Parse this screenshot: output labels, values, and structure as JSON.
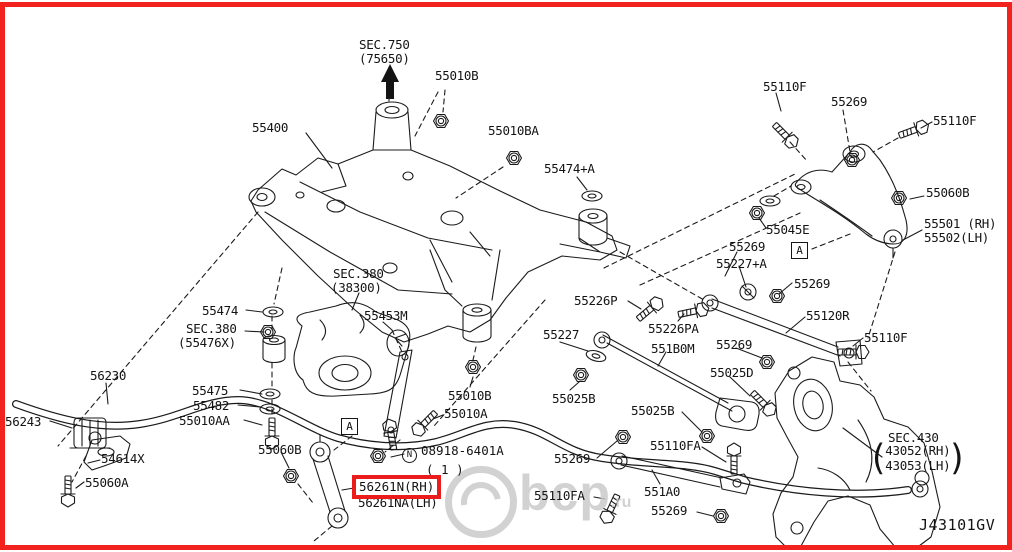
{
  "diagram": {
    "drawing_code": "J43101GV",
    "callout_letter": "A",
    "highlighted_part": "56261N(RH)",
    "highlight_color": "#ea1c1c",
    "frame_color": "#f2231e",
    "fastener_note": {
      "symbol": "N",
      "part": "08918-6401A",
      "qty": "( 1 )"
    },
    "sec430": {
      "open": "(",
      "close": ")"
    },
    "watermark": {
      "main": "bcp",
      "suffix": ".ru"
    },
    "labels": {
      "sec750_title": "SEC.750",
      "sec750_ref": "(75650)",
      "p55010b_top": "55010B",
      "p55400": "55400",
      "p55010ba": "55010BA",
      "p55474a": "55474+A",
      "p55110f_1": "55110F",
      "p55269_tr": "55269",
      "p55110f_2": "55110F",
      "p55060b_tr": "55060B",
      "p55501": "55501 (RH)",
      "p55502": "55502(LH)",
      "p55045e": "55045E",
      "p55269_a": "55269",
      "p55227a": "55227+A",
      "p55269_b": "55269",
      "p55120r": "55120R",
      "p55110f_3": "55110F",
      "sec380_title": "SEC.380",
      "sec380_ref": "(38300)",
      "p55453m": "55453M",
      "p55474": "55474",
      "sec380b_title": "SEC.380",
      "sec380b_ref": "(55476X)",
      "p56230": "56230",
      "p55475": "55475",
      "p55482": "55482",
      "p55010aa": "55010AA",
      "p56243": "56243",
      "p54614x": "54614X",
      "p55060a": "55060A",
      "p55060b_bl": "55060B",
      "p55010b_mid": "55010B",
      "p55010a": "55010A",
      "p55226p": "55226P",
      "p55227": "55227",
      "p55226pa": "55226PA",
      "p551b0m": "551B0M",
      "p55269_c": "55269",
      "p55025d": "55025D",
      "p55025b_1": "55025B",
      "p55025b_2": "55025B",
      "p55269_d": "55269",
      "p55110fa_1": "55110FA",
      "p551a0": "551A0",
      "p55269_e": "55269",
      "p55110fa_2": "55110FA",
      "p56261na": "56261NA(LH)",
      "sec430_title": "SEC.430",
      "sec430_line1": "43052(RH)",
      "sec430_line2": "43053(LH)"
    }
  }
}
